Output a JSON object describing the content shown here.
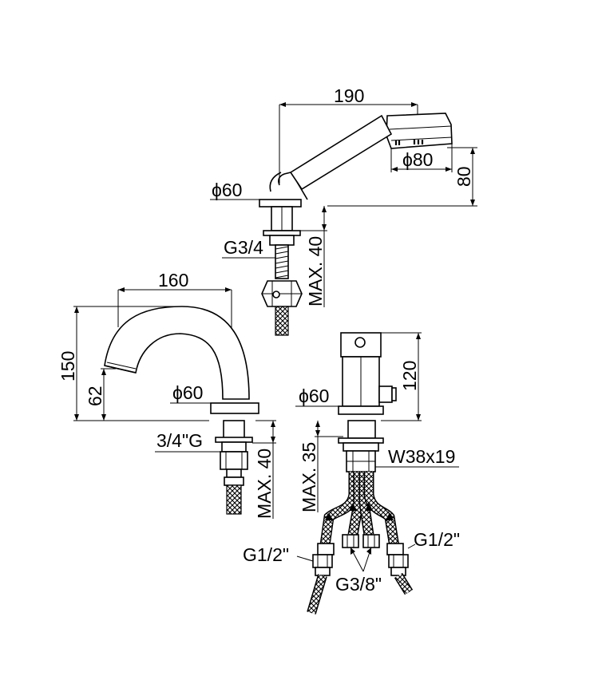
{
  "drawing": {
    "components": {
      "hand_shower": {
        "length": "190",
        "head_diameter": "ϕ80",
        "height": "80",
        "base_diameter": "ϕ60",
        "thread": "G3/4",
        "max_deck": "MAX. 40"
      },
      "spout": {
        "reach": "160",
        "height": "150",
        "outlet_height": "62",
        "base_diameter": "ϕ60",
        "thread": "3/4\"G",
        "max_deck": "MAX. 40"
      },
      "mixer": {
        "height": "120",
        "base_diameter": "ϕ60",
        "max_deck": "MAX. 35",
        "nut": "W38x19",
        "hose_connection_left": "G1/2\"",
        "hose_connection_right": "G1/2\"",
        "hose_connection_mid": "G3/8\""
      }
    }
  }
}
